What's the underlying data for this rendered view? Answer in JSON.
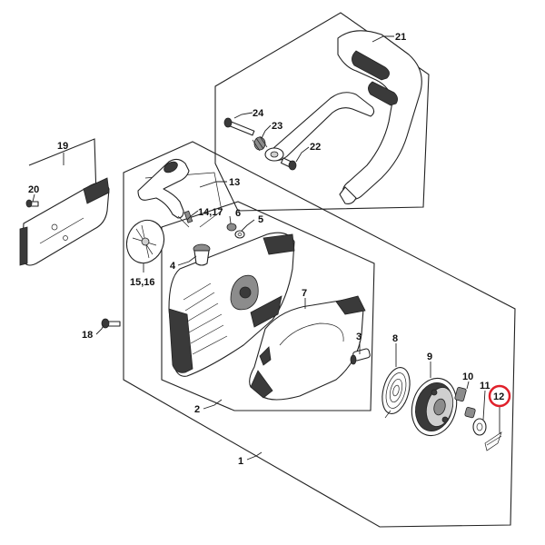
{
  "labels": {
    "l1": "1",
    "l2": "2",
    "l3": "3",
    "l4": "4",
    "l5": "5",
    "l6": "6",
    "l7": "7",
    "l8": "8",
    "l9": "9",
    "l10": "10",
    "l11": "11",
    "l12": "12",
    "l13": "13",
    "l14_17": "14,17",
    "l15_16": "15,16",
    "l18": "18",
    "l19": "19",
    "l20": "20",
    "l21": "21",
    "l22": "22",
    "l23": "23",
    "l24": "24"
  },
  "highlight": {
    "color": "#e0202a",
    "part": "12"
  }
}
